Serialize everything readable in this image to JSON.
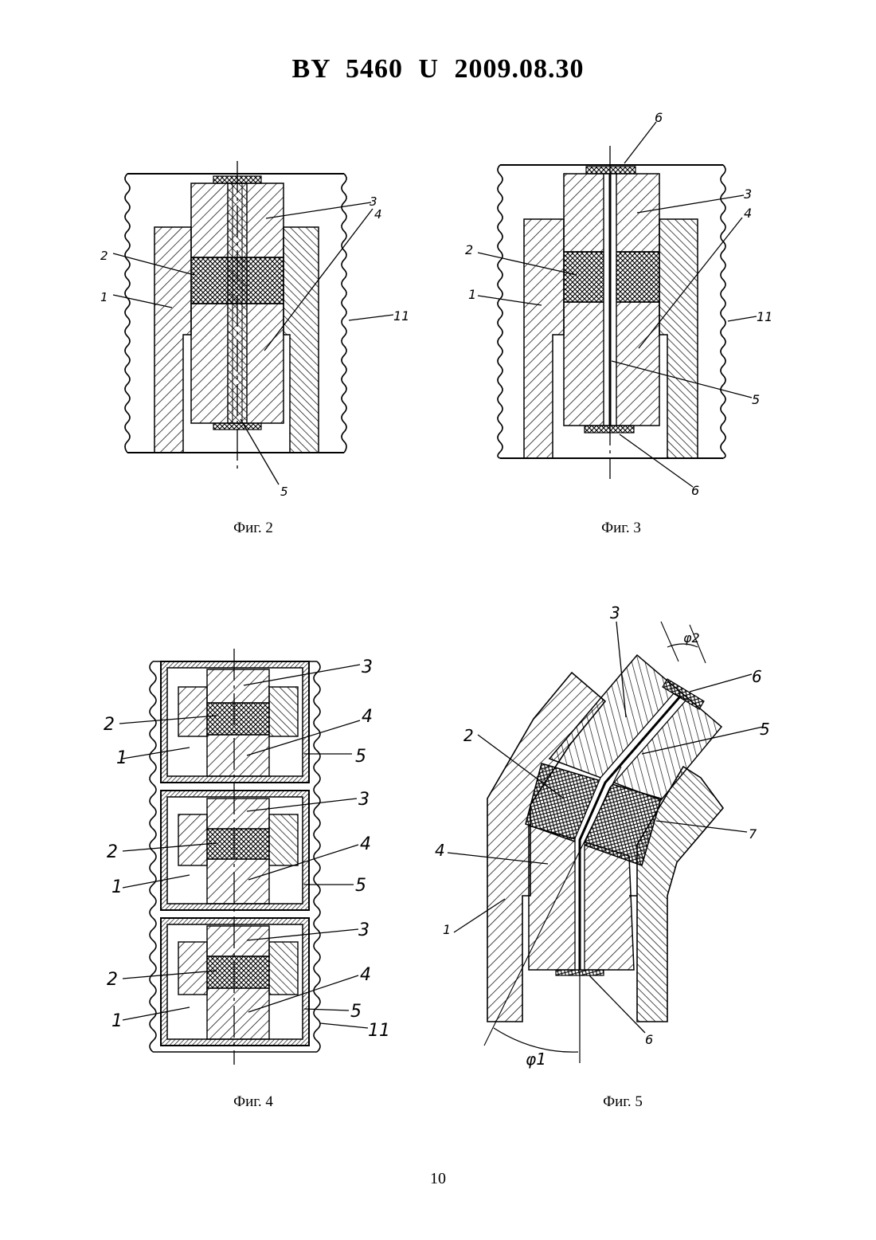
{
  "document": {
    "header": "BY  5460  U  2009.08.30",
    "page_number": "10"
  },
  "figures": [
    {
      "caption": "Фиг. 2",
      "labels": [
        "1",
        "2",
        "3",
        "4",
        "5",
        "11"
      ]
    },
    {
      "caption": "Фиг. 3",
      "labels": [
        "1",
        "2",
        "3",
        "4",
        "5",
        "6",
        "6",
        "11"
      ]
    },
    {
      "caption": "Фиг. 4",
      "labels": [
        "1",
        "2",
        "3",
        "4",
        "5",
        "1",
        "2",
        "3",
        "4",
        "5",
        "1",
        "2",
        "3",
        "4",
        "5",
        "11"
      ]
    },
    {
      "caption": "Фиг. 5",
      "labels": [
        "1",
        "2",
        "3",
        "4",
        "5",
        "6",
        "6",
        "7",
        "φ1",
        "φ2"
      ]
    }
  ]
}
